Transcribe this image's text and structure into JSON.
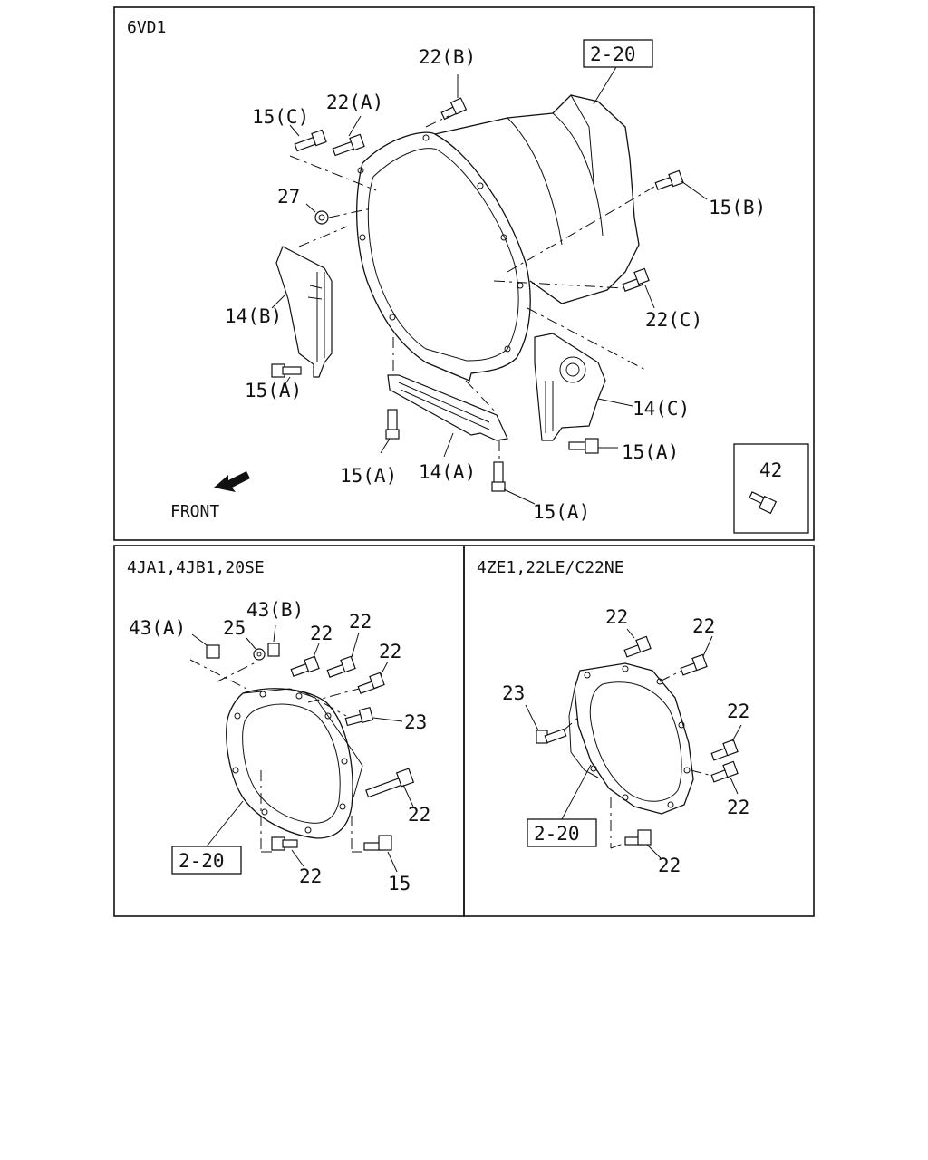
{
  "panels": {
    "top": {
      "title": "6VD1",
      "labels": [
        "22(B)",
        "2-20",
        "22(A)",
        "15(C)",
        "27",
        "15(B)",
        "14(B)",
        "22(C)",
        "15(A)",
        "14(C)",
        "15(A)",
        "15(A)",
        "14(A)",
        "15(A)",
        "FRONT"
      ],
      "inset_label": "42"
    },
    "bottom_left": {
      "title": "4JA1,4JB1,20SE",
      "labels": [
        "43(A)",
        "25",
        "43(B)",
        "22",
        "22",
        "22",
        "23",
        "22",
        "2-20",
        "22",
        "15"
      ]
    },
    "bottom_right": {
      "title": "4ZE1,22LE/C22NE",
      "labels": [
        "22",
        "22",
        "23",
        "22",
        "22",
        "2-20",
        "22"
      ]
    }
  }
}
